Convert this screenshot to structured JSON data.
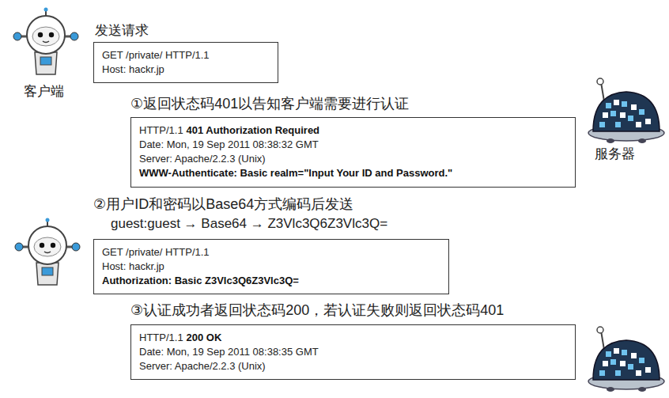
{
  "diagram": {
    "nodes": [
      {
        "text": [
          "发送请求",
          "GET /private/ HTTP/1.1",
          "Host: hackr.jp"
        ]
      },
      {
        "text": [
          "①返回状态码401以告知客户端需要进行认证",
          "HTTP/1.1",
          "401 Authorization Required",
          "Date: Mon, 19 Sep 2011 08:38:32 GMT",
          "Server: Apache/2.2.3 (Unix)",
          "WWW-Authenticate: Basic realm=\"Input Your ID and Password.\""
        ]
      },
      {
        "text": [
          "②用户ID和密码以Base64方式编码后发送",
          "guest:guest → Base64 → Z3Vlc3Q6Z3Vlc3Q=",
          "GET /private/ HTTP/1.1",
          "Host: hackr.jp",
          "Authorization: Basic Z3Vlc3Q6Z3Vlc3Q="
        ]
      },
      {
        "text": [
          "③认证成功者返回状态码200，若认证失败则返回状态码401",
          "HTTP/1.1",
          "200 OK",
          "Date: Mon, 19 Sep 2011 08:38:35 GMT",
          "Server: Apache/2.2.3 (Unix)"
        ]
      }
    ],
    "labels": [
      "客户端",
      "服务器"
    ]
  }
}
